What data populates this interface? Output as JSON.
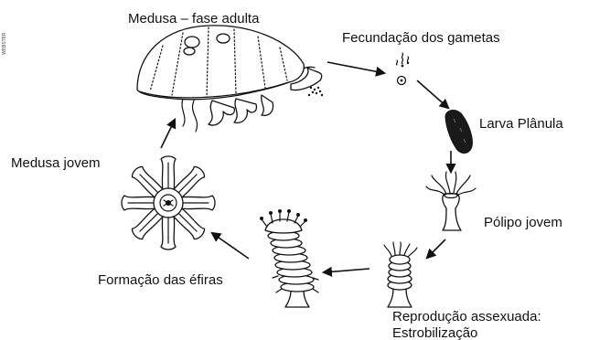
{
  "labels": {
    "medusa_adulta": "Medusa – fase adulta",
    "fecundacao": "Fecundação dos gametas",
    "larva": "Larva Plânula",
    "polipo": "Pólipo jovem",
    "reproducao_1": "Reprodução assexuada:",
    "reproducao_2": "Estrobilização",
    "efiras": "Formação das éfiras",
    "medusa_jovem": "Medusa jovem"
  },
  "side_mark": "WEBSTER",
  "colors": {
    "ink": "#111111",
    "background": "#ffffff"
  }
}
